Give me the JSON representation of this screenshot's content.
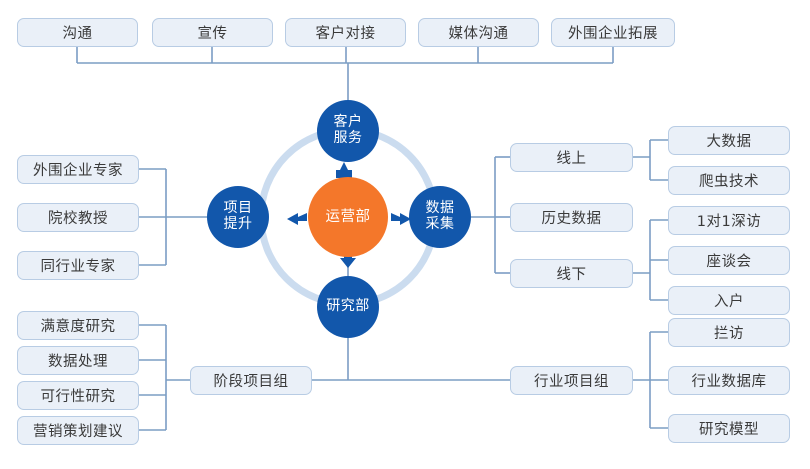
{
  "colors": {
    "hub_fill": "#f4772a",
    "satellite_fill": "#1257ab",
    "ring_stroke": "#cbdcef",
    "connector_stroke": "#7b9dc4",
    "box_fill": "#eaf0f8",
    "box_border": "#b8cce4",
    "box_text": "#3a3a3a",
    "circle_text": "#ffffff"
  },
  "center": {
    "hub": {
      "label": "运营部"
    },
    "satellites": {
      "top": {
        "line1": "客户",
        "line2": "服务"
      },
      "left": {
        "line1": "项目",
        "line2": "提升"
      },
      "right": {
        "line1": "数据",
        "line2": "采集"
      },
      "bottom": {
        "line1": "研究部",
        "line2": ""
      }
    }
  },
  "top_row": {
    "items": [
      {
        "label": "沟通"
      },
      {
        "label": "宣传"
      },
      {
        "label": "客户对接"
      },
      {
        "label": "媒体沟通"
      },
      {
        "label": "外围企业拓展"
      }
    ]
  },
  "left_column": {
    "items": [
      {
        "label": "外围企业专家"
      },
      {
        "label": "院校教授"
      },
      {
        "label": "同行业专家"
      }
    ]
  },
  "right_column": {
    "items": [
      {
        "label": "线上"
      },
      {
        "label": "历史数据"
      },
      {
        "label": "线下"
      }
    ],
    "online_children": [
      {
        "label": "大数据"
      },
      {
        "label": "爬虫技术"
      }
    ],
    "offline_children": [
      {
        "label": "1对1深访"
      },
      {
        "label": "座谈会"
      },
      {
        "label": "入户"
      }
    ]
  },
  "bottom_left": {
    "items": [
      {
        "label": "满意度研究"
      },
      {
        "label": "数据处理"
      },
      {
        "label": "可行性研究"
      },
      {
        "label": "营销策划建议"
      }
    ],
    "group": {
      "label": "阶段项目组"
    }
  },
  "bottom_right": {
    "group": {
      "label": "行业项目组"
    },
    "items": [
      {
        "label": "拦访"
      },
      {
        "label": "行业数据库"
      },
      {
        "label": "研究模型"
      }
    ]
  }
}
